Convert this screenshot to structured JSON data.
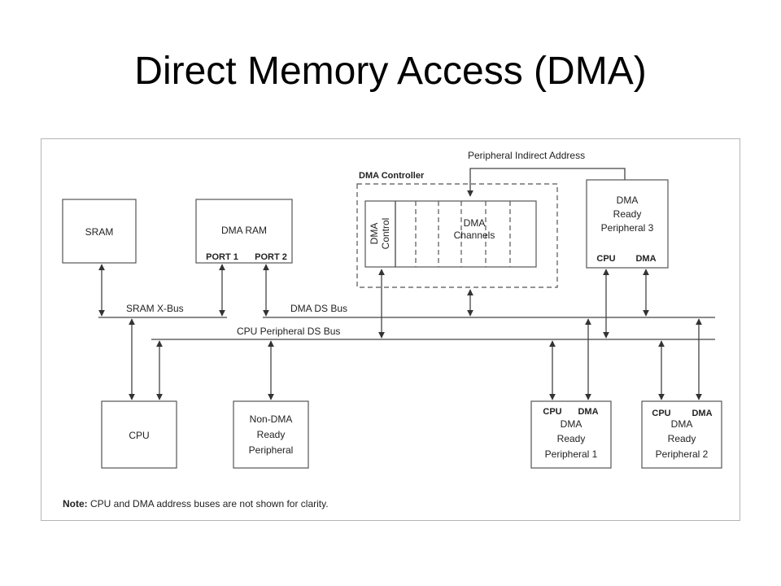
{
  "title": "Direct Memory Access (DMA)",
  "diagram": {
    "sram": "SRAM",
    "dma_ram": "DMA RAM",
    "port1": "PORT 1",
    "port2": "PORT 2",
    "dma_controller": "DMA Controller",
    "dma_control_line1": "DMA",
    "dma_control_line2": "Control",
    "dma_channels_line1": "DMA",
    "dma_channels_line2": "Channels",
    "peripheral_indirect_address": "Peripheral Indirect Address",
    "p3_line1": "DMA",
    "p3_line2": "Ready",
    "p3_line3": "Peripheral 3",
    "cpu_port": "CPU",
    "dma_port": "DMA",
    "sram_xbus": "SRAM X-Bus",
    "dma_ds_bus": "DMA DS Bus",
    "cpu_peripheral_ds_bus": "CPU Peripheral DS Bus",
    "cpu": "CPU",
    "nondma_line1": "Non-DMA",
    "nondma_line2": "Ready",
    "nondma_line3": "Peripheral",
    "p1_line1": "DMA",
    "p1_line2": "Ready",
    "p1_line3": "Peripheral 1",
    "p2_line1": "DMA",
    "p2_line2": "Ready",
    "p2_line3": "Peripheral 2",
    "note_label": "Note:",
    "note_text": " CPU and DMA address buses are not shown for clarity."
  }
}
